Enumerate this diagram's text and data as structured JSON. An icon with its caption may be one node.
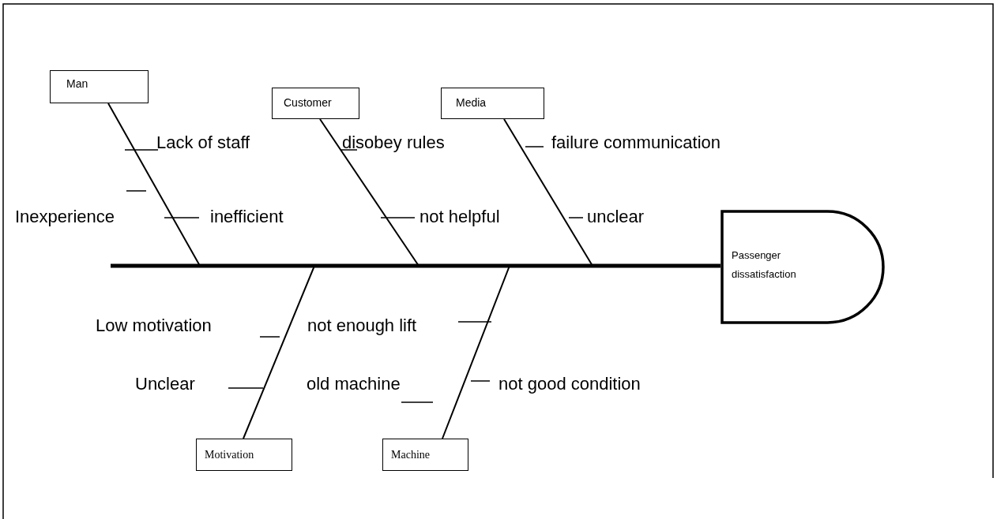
{
  "diagram": {
    "nodes": [
      {
        "text": [
          "Man"
        ]
      },
      {
        "text": [
          "Customer"
        ]
      },
      {
        "text": [
          "Media"
        ]
      },
      {
        "text": [
          "Passenger dissatisfaction"
        ]
      },
      {
        "text": [
          "Motivation"
        ]
      },
      {
        "text": [
          "Machine"
        ]
      }
    ],
    "edges": [
      {
        "from": 0,
        "to": 3,
        "arrow": "none"
      },
      {
        "from": 1,
        "to": 3,
        "arrow": "none"
      },
      {
        "from": 2,
        "to": 3,
        "arrow": "none"
      },
      {
        "from": 4,
        "to": 3,
        "arrow": "none"
      },
      {
        "from": 5,
        "to": 3,
        "arrow": "none"
      }
    ],
    "labels": [
      "Lack of staff",
      "disobey rules",
      "failure communication",
      "Inexperience",
      "inefficient",
      "not helpful",
      "unclear",
      "Low motivation",
      "not enough lift",
      "Unclear",
      "old machine",
      "not good condition"
    ]
  }
}
